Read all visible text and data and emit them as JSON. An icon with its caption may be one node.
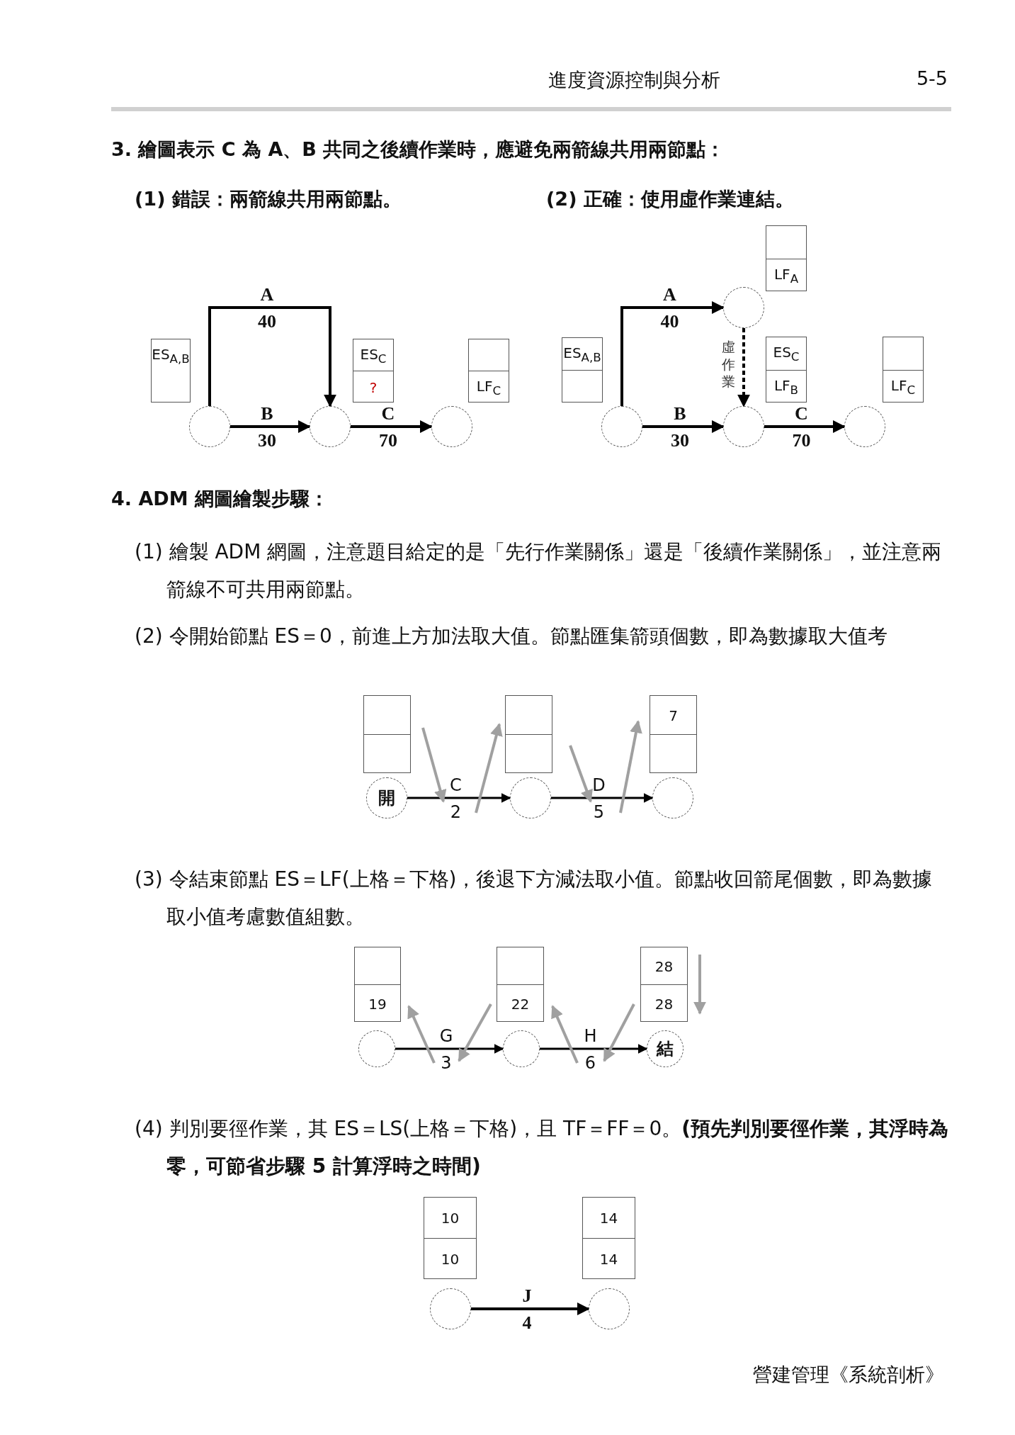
{
  "diagram": {
    "nodes": [
      {
        "text": [
          "ES$_{A,B}$"
        ]
      },
      {
        "text": [],
        "shape": "circle"
      },
      {
        "text": [],
        "shape": "circle"
      },
      {
        "text": [],
        "shape": "circle"
      },
      {
        "text": [
          "ES$_{C}$",
          "?"
        ]
      },
      {
        "text": [
          "LF$_{C}$"
        ]
      },
      {
        "text": [
          "LF$_{A}$"
        ]
      },
      {
        "text": [],
        "shape": "circle"
      },
      {
        "text": [
          "ES$_{A,B}$"
        ]
      },
      {
        "text": [],
        "shape": "circle"
      },
      {
        "text": [],
        "shape": "circle"
      },
      {
        "text": [],
        "shape": "circle"
      },
      {
        "text": [
          "ES$_{C}$",
          "LF$_{B}$"
        ]
      },
      {
        "text": [
          "LF$_{C}$"
        ]
      },
      {
        "text": [],
        "shape": "box"
      },
      {
        "text": [],
        "shape": "box"
      },
      {
        "text": [
          "7"
        ]
      },
      {
        "text": [
          "開"
        ]
      },
      {
        "text": [],
        "shape": "circle"
      },
      {
        "text": [],
        "shape": "circle"
      },
      {
        "text": [
          "19"
        ]
      },
      {
        "text": [
          "22"
        ]
      },
      {
        "text": [
          "28",
          "28"
        ]
      },
      {
        "text": [],
        "shape": "circle"
      },
      {
        "text": [],
        "shape": "circle"
      },
      {
        "text": [
          "結"
        ]
      },
      {
        "text": [
          "10",
          "10"
        ]
      },
      {
        "text": [
          "14",
          "14"
        ]
      },
      {
        "text": [],
        "shape": "circle"
      },
      {
        "text": [],
        "shape": "circle"
      }
    ],
    "edges": [
      {
        "from": 1,
        "to": 2,
        "arrow": "to",
        "label": "A 40"
      },
      {
        "from": 1,
        "to": 2,
        "arrow": "to",
        "label": "B 30"
      },
      {
        "from": 2,
        "to": 3,
        "arrow": "to",
        "label": "C 70"
      },
      {
        "from": 9,
        "to": 7,
        "arrow": "to",
        "label": "A 40"
      },
      {
        "from": 7,
        "to": 10,
        "arrow": "to",
        "label": "虛作業",
        "style": "dashed"
      },
      {
        "from": 9,
        "to": 10,
        "arrow": "to",
        "label": "B 30"
      },
      {
        "from": 10,
        "to": 11,
        "arrow": "to",
        "label": "C 70"
      },
      {
        "from": 17,
        "to": 18,
        "arrow": "to",
        "label": "C 2"
      },
      {
        "from": 18,
        "to": 19,
        "arrow": "to",
        "label": "D 5"
      },
      {
        "from": 23,
        "to": 24,
        "arrow": "to",
        "label": "G 3"
      },
      {
        "from": 24,
        "to": 25,
        "arrow": "to",
        "label": "H 6"
      },
      {
        "from": 28,
        "to": 29,
        "arrow": "to",
        "label": "J 4"
      }
    ],
    "labels": [
      "進度資源控制與分析",
      "5-5",
      "3. 繪圖表示 C 為 A、B 共同之後續作業時，應避免兩箭線共用兩節點：",
      "(1) 錯誤：兩箭線共用兩節點。",
      "(2) 正確：使用虛作業連結。",
      "4. ADM 網圖繪製步驟：",
      "(1) 繪製 ADM 網圖，注意題目給定的是「先行作業關係」還是「後續作業關係」，並注意兩箭線不可共用兩節點。",
      "(2) 令開始節點 ES＝0，前進上方加法取大值。節點匯集箭頭個數，即為數據取大值考",
      "(3) 令結束節點 ES＝LF(上格＝下格)，後退下方減法取小值。節點收回箭尾個數，即為數據取小值考慮數值組數。",
      "(4) 判別要徑作業，其 ES＝LS(上格＝下格)，且 TF＝FF＝0。**(預先判別要徑作業，其浮時為零，可節省步驟 5 計算浮時之時間)**",
      "營建管理《系統剖析》"
    ]
  }
}
